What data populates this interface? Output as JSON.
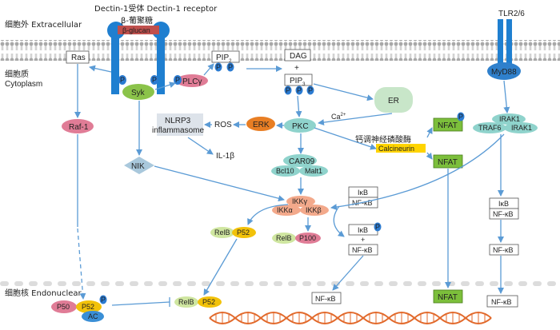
{
  "compartments": {
    "extracellular": "细胞外 Extracellular",
    "cytoplasm_cn": "细胞质",
    "cytoplasm_en": "Cytoplasm",
    "nucleus": "细胞核 Endonuclear"
  },
  "receptors": {
    "dectin1": "Dectin-1受体 Dectin-1 receptor",
    "beta_glucan_cn": "β-葡聚糖",
    "beta_glucan_en": "β-glucan",
    "tlr": "TLR2/6",
    "myd88": "MyD88"
  },
  "nodes": {
    "ras": "Ras",
    "raf1": "Raf-1",
    "syk": "Syk",
    "plc": "PLCγ",
    "pip2": "PIP",
    "pip2_sub": "2",
    "pip3": "PIP",
    "pip3_sub": "3",
    "dag": "DAG",
    "plus": "+",
    "er": "ER",
    "ca": "Ca",
    "ca_sup": "2+",
    "pkc": "PKC",
    "erk": "ERK",
    "ros": "ROS",
    "nlrp3_1": "NLRP3",
    "nlrp3_2": "inflammasome",
    "il1b": "IL-1β",
    "nik": "NIK",
    "card9": "CAR09",
    "bcl10": "Bcl10",
    "malt1": "Malt1",
    "ikkg": "IKKγ",
    "ikka": "IKKα",
    "ikkb": "IKKβ",
    "calcineurin_cn": "钙调神经磷酸酶",
    "calcineurin_en": "Calcineurin",
    "nfat": "NFAT",
    "irak1": "IRAK1",
    "traf6": "TRAF6",
    "ikb": "IκB",
    "nfkb": "NF-κB",
    "relb": "RelB",
    "p52": "P52",
    "p100": "P100",
    "p50": "P50",
    "ac": "AC",
    "p": "P"
  },
  "colors": {
    "membrane": "#9a9a9a",
    "receptor_blue": "#1f7fd0",
    "beta_glucan": "#c0504d",
    "syk": "#8bc34a",
    "plc": "#e07c96",
    "er": "#c8e6c9",
    "pkc": "#8fd3cc",
    "erk": "#e87e24",
    "nik": "#a9c8dc",
    "card9": "#8fd3cc",
    "ikk": "#f3a98b",
    "calcineurin": "#ffd400",
    "nfat": "#7cbf3b",
    "irak": "#8fd3cc",
    "relb": "#cfe6a0",
    "p52": "#f2c20a",
    "p100": "#e07c96",
    "p50": "#e07c96",
    "ac": "#3a8fd6",
    "p_badge": "#2b7bd1",
    "myd88": "#2f80cc",
    "raf1": "#e07c96",
    "dna_red": "#e26a2c",
    "arrow": "#5b9bd5"
  }
}
